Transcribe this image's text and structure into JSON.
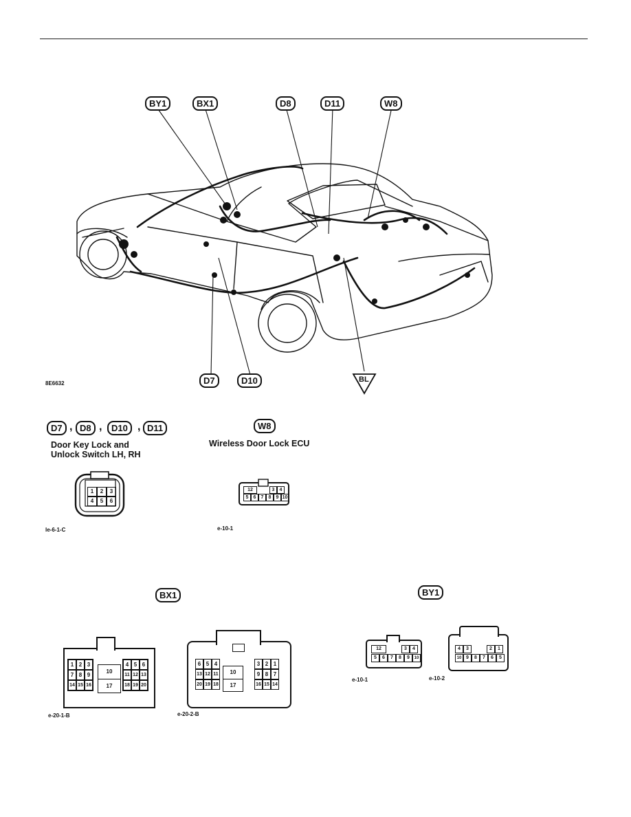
{
  "figure_code": "8E6632",
  "callouts": {
    "by1": "BY1",
    "bx1": "BX1",
    "d8": "D8",
    "d11": "D11",
    "w8": "W8",
    "d7": "D7",
    "d10": "D10",
    "bl": "BL"
  },
  "door_key_section": {
    "tags": [
      "D7",
      "D8",
      "D10",
      "D11"
    ],
    "separators": [
      ",",
      ",",
      ","
    ],
    "title_line1": "Door Key Lock and",
    "title_line2": "Unlock Switch LH, RH",
    "pins_top": [
      "1",
      "2",
      "3"
    ],
    "pins_bottom": [
      "4",
      "5",
      "6"
    ],
    "code": "le-6-1-C"
  },
  "wireless_section": {
    "tag": "W8",
    "title": "Wireless Door Lock ECU",
    "pins_top": [
      "12",
      "3",
      "4"
    ],
    "pins_bottom": [
      "5",
      "6",
      "7",
      "8",
      "9",
      "10"
    ],
    "code": "e-10-1"
  },
  "bx1_section": {
    "tag": "BX1",
    "connector_a": {
      "code": "e-20-1-B",
      "left_rows": [
        [
          "1",
          "2",
          "3"
        ],
        [
          "7",
          "8",
          "9"
        ],
        [
          "14",
          "15",
          "16"
        ]
      ],
      "center": [
        "10",
        "17"
      ],
      "right_rows": [
        [
          "4",
          "5",
          "6"
        ],
        [
          "11",
          "12",
          "13"
        ],
        [
          "18",
          "19",
          "20"
        ]
      ]
    },
    "connector_b": {
      "code": "e-20-2-B",
      "left_rows": [
        [
          "6",
          "5",
          "4"
        ],
        [
          "13",
          "12",
          "11"
        ],
        [
          "20",
          "19",
          "18"
        ]
      ],
      "center": [
        "10",
        "17"
      ],
      "right_rows": [
        [
          "3",
          "2",
          "1"
        ],
        [
          "9",
          "8",
          "7"
        ],
        [
          "16",
          "15",
          "14"
        ]
      ]
    }
  },
  "by1_section": {
    "tag": "BY1",
    "connector_a": {
      "code": "e-10-1",
      "pins_top": [
        "12",
        "3",
        "4"
      ],
      "pins_bottom": [
        "5",
        "6",
        "7",
        "8",
        "9",
        "10"
      ]
    },
    "connector_b": {
      "code": "e-10-2",
      "pins_top": [
        "4",
        "3",
        "2",
        "1"
      ],
      "pins_bottom": [
        "10",
        "9",
        "8",
        "7",
        "6",
        "5"
      ]
    }
  },
  "colors": {
    "ink": "#111111",
    "paper": "#ffffff"
  }
}
